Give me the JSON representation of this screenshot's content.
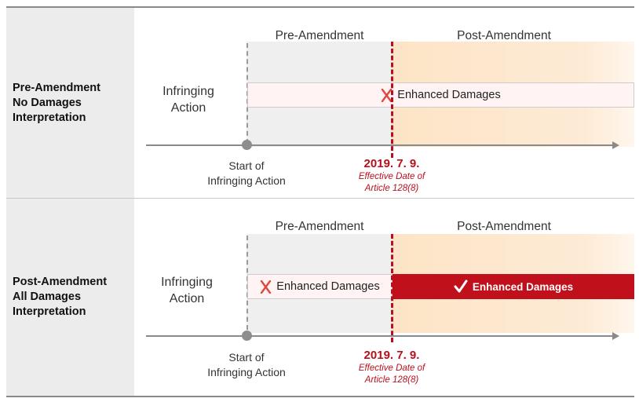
{
  "rows": [
    {
      "label_lines": [
        "Pre-Amendment",
        "No Damages",
        "Interpretation"
      ],
      "pre_title": "Pre-Amendment",
      "post_title": "Post-Amendment",
      "action_lines": [
        "Infringing",
        "Action"
      ],
      "bars": [
        {
          "text": "Enhanced Damages",
          "icon": "x-mark-icon",
          "available": false
        }
      ],
      "start_lines": [
        "Start of",
        "Infringing Action"
      ],
      "date": "2019. 7. 9.",
      "date_sub_lines": [
        "Effective Date of",
        "Article 128(8)"
      ]
    },
    {
      "label_lines": [
        "Post-Amendment",
        "All Damages",
        "Interpretation"
      ],
      "pre_title": "Pre-Amendment",
      "post_title": "Post-Amendment",
      "action_lines": [
        "Infringing",
        "Action"
      ],
      "bars": [
        {
          "text": "Enhanced Damages",
          "icon": "x-mark-icon",
          "available": false
        },
        {
          "text": "Enhanced Damages",
          "icon": "check-mark-icon",
          "available": true
        }
      ],
      "start_lines": [
        "Start of",
        "Infringing Action"
      ],
      "date": "2019. 7. 9.",
      "date_sub_lines": [
        "Effective Date of",
        "Article 128(8)"
      ]
    }
  ],
  "colors": {
    "accent_red": "#c0101b",
    "x_mark": "#e0483e",
    "axis_gray": "#8a8a8a",
    "post_shade": "#fde4c6",
    "pre_shade": "#efefef"
  }
}
